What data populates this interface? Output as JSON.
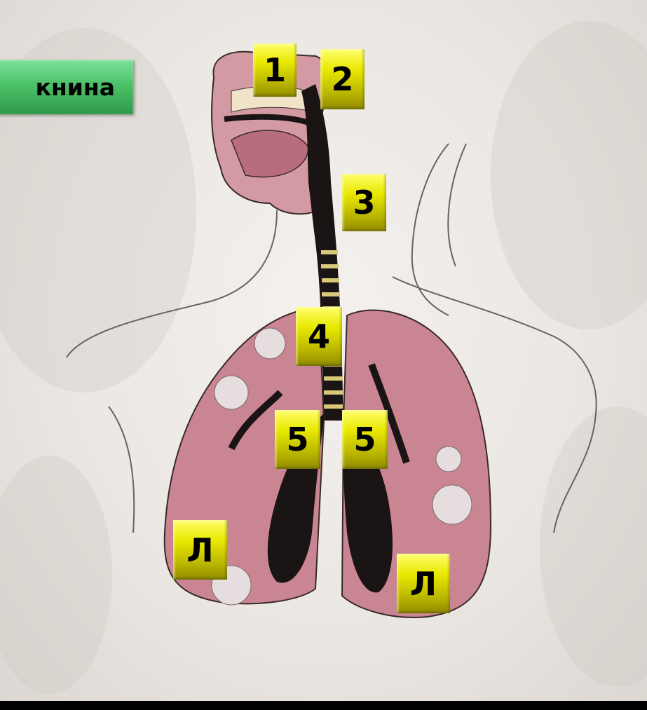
{
  "title_tag": {
    "text": "книна"
  },
  "markers": [
    {
      "id": "1",
      "label": "1"
    },
    {
      "id": "2",
      "label": "2"
    },
    {
      "id": "3",
      "label": "3"
    },
    {
      "id": "4",
      "label": "4"
    },
    {
      "id": "5a",
      "label": "5"
    },
    {
      "id": "5b",
      "label": "5"
    },
    {
      "id": "l-left",
      "label": "Л"
    },
    {
      "id": "l-right",
      "label": "Л"
    }
  ],
  "colors": {
    "marker_yellow": "#e8e800",
    "title_green": "#4cc168",
    "lung_pink": "#c98592",
    "airway_dark": "#1b1414"
  }
}
